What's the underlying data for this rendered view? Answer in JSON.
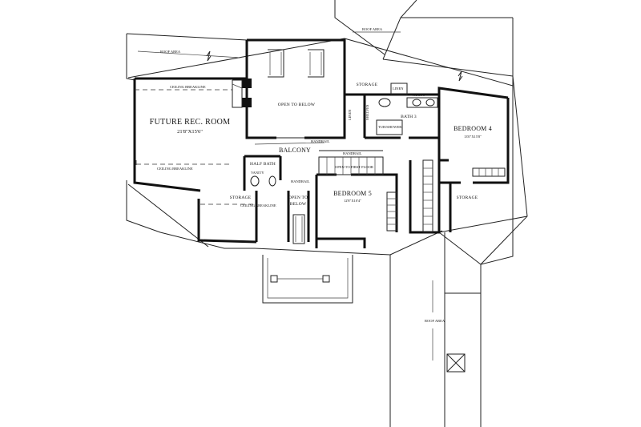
{
  "rooms": {
    "future_rec": {
      "name": "FUTURE REC. ROOM",
      "dims": "21'8\"X15'6\""
    },
    "open_to_below_top": "OPEN TO BELOW",
    "open_to_below_mid_1": "OPEN TO",
    "open_to_below_mid_2": "BELOW",
    "balcony": "BALCONY",
    "storage_top": "STORAGE",
    "storage_left": "STORAGE",
    "storage_right": "STORAGE",
    "bath3": "BATH 3",
    "bedroom4": {
      "name": "BEDROOM 4",
      "dims": "13'0\"X15'8\""
    },
    "bedroom5": {
      "name": "BEDROOM 5",
      "dims": "12'8\"X10'4\""
    },
    "half_bath": "HALF BATH"
  },
  "labels": {
    "roof_area_left": "ROOF AREA",
    "roof_area_top": "ROOF AREA",
    "roof_area_bottom": "ROOF AREA",
    "ceiling_breakline_1": "CEILING BREAKLINE",
    "ceiling_breakline_2": "CEILING BREAKLINE",
    "ceiling_breakline_3": "CEILING BREAKLINE",
    "handrail_1": "HANDRAIL",
    "handrail_2": "HANDRAIL",
    "handrail_3": "HANDRAIL",
    "open_to_first_floor": "OPEN TO FIRST FLOOR",
    "linen": "LINEN",
    "vanity_1": "VANITY",
    "vanity_2": "VANITY",
    "tub_shower": "TUB/SHOWER",
    "shelves": "SHELVES",
    "linen_side": "LINEN"
  },
  "colors": {
    "line": "#111111",
    "paper": "#ffffff"
  }
}
